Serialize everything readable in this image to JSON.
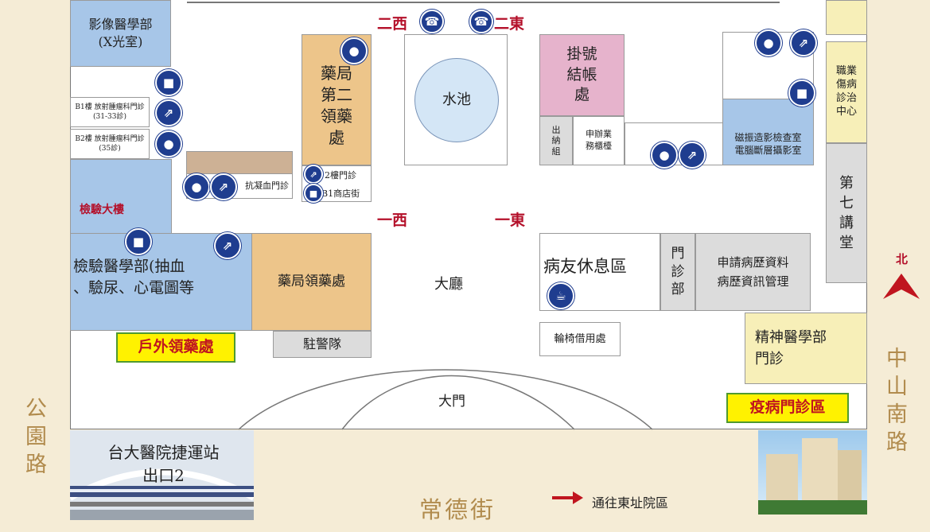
{
  "colors": {
    "background": "#f5ecd6",
    "building_floor": "#ffffff",
    "blue_room": "#a7c6e8",
    "orange_room": "#edc58a",
    "pink_room": "#e6b3cc",
    "grey_room": "#dcdcdc",
    "yellow_room": "#f7efb8",
    "highlight_yellow": "#fff200",
    "icon_blue": "#1f3d8f",
    "accent_red": "#b4102a",
    "street_text": "#b18b4d",
    "green_outline": "#4f9a2f"
  },
  "rooms": {
    "imaging": "影像醫學部\n(X光室)",
    "b1_radiation": "B1樓 放射腫瘤科門診\n(31-33診)",
    "b2_radiation": "B2樓 放射腫瘤科門診\n(35診)",
    "anticoag": "抗凝血門診",
    "pharmacy2": "藥局\n第二\n領藥\n處",
    "pharmacy2_note_2f": "2樓門診",
    "pharmacy2_note_b1": "B1商店街",
    "pool": "水池",
    "registration": "掛號\n結帳\n處",
    "cashier_group": "出\n納\n組",
    "business_counter": "申辦業\n務櫃檯",
    "mri_ct": "磁振造影檢查室\n電腦斷層攝影室",
    "occupational": "職業\n傷病\n診治\n中心",
    "seventh_hall": "第\n七\n講\n堂",
    "lab_building": "檢驗大樓",
    "lab_medicine": "檢驗醫學部(抽血\n、驗尿、心電圖等",
    "pharmacy_pickup": "藥局領藥處",
    "hall": "大廳",
    "patient_lounge": "病友休息區",
    "outpatient_dept": "門\n診\n部",
    "records": "申請病歷資料\n病歷資訊管理",
    "wheelchair": "輪椅借用處",
    "police": "駐警隊",
    "outdoor_pickup": "戶外領藥處",
    "psychiatry": "精神醫學部\n門診",
    "epidemic_clinic": "疫病門診區",
    "main_gate": "大門"
  },
  "corridors": {
    "west2": "二西",
    "east2": "二東",
    "west1": "一西",
    "east1": "一東"
  },
  "streets": {
    "gongyuan": "公\n園\n路",
    "zhongshan_south": "中\n山\n南\n路",
    "changde": "常德街"
  },
  "compass": {
    "north": "北"
  },
  "mrt_station": "台大醫院捷運站\n出口2",
  "east_campus": "通往東址院區",
  "icons": {
    "elevator": "elevator-icon",
    "escalator": "escalator-icon",
    "restroom": "restroom-icon",
    "phone": "phone-icon",
    "coffee": "coffee-cup-icon"
  }
}
